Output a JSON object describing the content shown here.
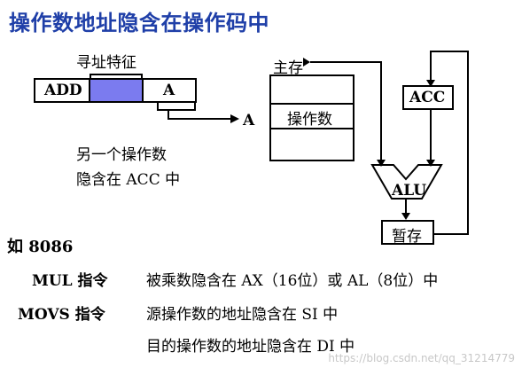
{
  "title": "操作数地址隐含在操作码中",
  "instruction": {
    "opcode": "ADD",
    "addr_feature_label": "寻址特征",
    "operand": "A",
    "pointer_target": "A",
    "note_line1": "另一个操作数",
    "note_line2": "隐含在 ACC 中"
  },
  "datapath": {
    "memory_label": "主存",
    "operand_cell": "操作数",
    "acc_label": "ACC",
    "alu_label": "ALU",
    "temp_label": "暂存"
  },
  "examples": {
    "heading": "如 8086",
    "rows": [
      {
        "instr": "MUL 指令",
        "desc": "被乘数隐含在 AX（16位）或 AL（8位）中"
      },
      {
        "instr": "MOVS 指令",
        "desc": "源操作数的地址隐含在 SI 中"
      },
      {
        "instr": "",
        "desc": "目的操作数的地址隐含在 DI 中"
      }
    ]
  },
  "watermark": "https://blog.csdn.net/qq_31214779"
}
